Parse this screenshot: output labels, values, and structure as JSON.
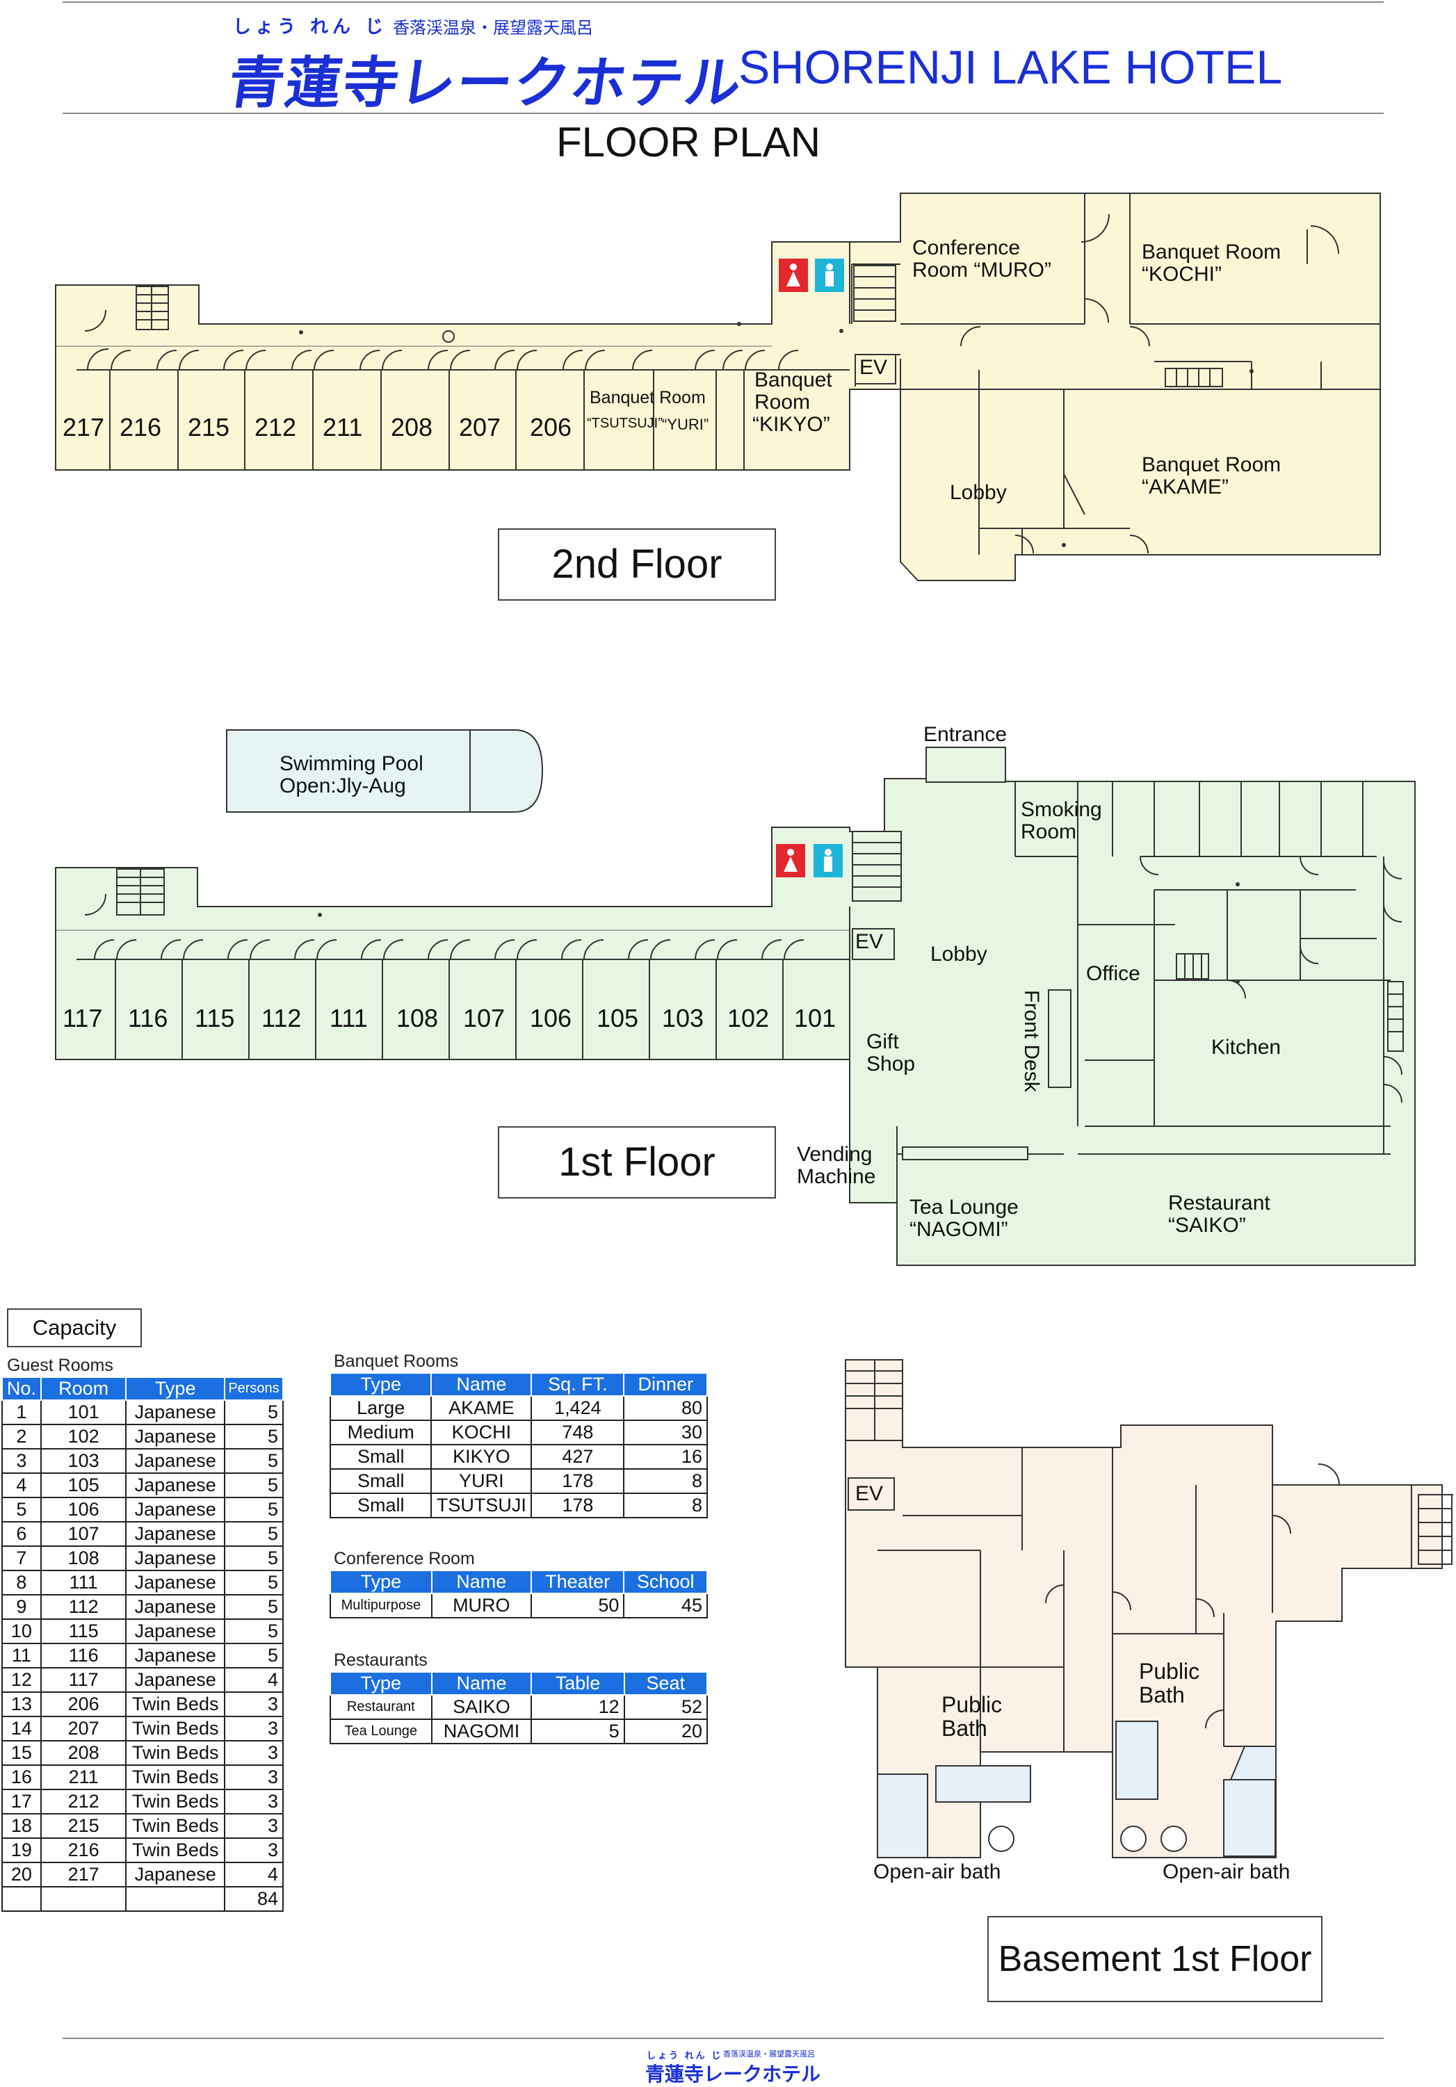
{
  "header": {
    "kana": "しょう れん じ",
    "tagline": "香落渓温泉・展望露天風呂",
    "logo_text": "青蓮寺レークホテル",
    "title_en": "SHORENJI LAKE HOTEL",
    "plan_title": "FLOOR PLAN"
  },
  "floors": {
    "second": {
      "label": "2nd Floor",
      "rooms": [
        "217",
        "216",
        "215",
        "212",
        "211",
        "208",
        "207",
        "206"
      ],
      "banquet_tsutsuji_yuri": "Banquet Room",
      "tsutsuji": "“TSUTSUJI”",
      "yuri": "“YURI”",
      "kikyo_1": "Banquet",
      "kikyo_2": "Room",
      "kikyo_3": "“KIKYO”",
      "ev": "EV",
      "conf_1": "Conference",
      "conf_2": "Room “MURO”",
      "kochi_1": "Banquet Room",
      "kochi_2": "“KOCHI”",
      "akame_1": "Banquet Room",
      "akame_2": "“AKAME”",
      "lobby": "Lobby"
    },
    "first": {
      "label": "1st Floor",
      "rooms": [
        "117",
        "116",
        "115",
        "112",
        "111",
        "108",
        "107",
        "106",
        "105",
        "103",
        "102",
        "101"
      ],
      "pool_1": "Swimming Pool",
      "pool_2": "Open:Jly-Aug",
      "entrance": "Entrance",
      "smoking_1": "Smoking",
      "smoking_2": "Room",
      "ev": "EV",
      "lobby": "Lobby",
      "office": "Office",
      "front_desk": "Front Desk",
      "kitchen": "Kitchen",
      "gift_1": "Gift",
      "gift_2": "Shop",
      "vending_1": "Vending",
      "vending_2": "Machine",
      "tea_1": "Tea Lounge",
      "tea_2": "“NAGOMI”",
      "rest_1": "Restaurant",
      "rest_2": "“SAIKO”"
    },
    "basement": {
      "label": "Basement 1st Floor",
      "ev": "EV",
      "bath_l_1": "Public",
      "bath_l_2": "Bath",
      "bath_r_1": "Public",
      "bath_r_2": "Bath",
      "open_air_l": "Open-air bath",
      "open_air_r": "Open-air bath"
    }
  },
  "capacity": {
    "label": "Capacity",
    "guest_rooms": {
      "title": "Guest Rooms",
      "headers": [
        "No.",
        "Room",
        "Type",
        "Persons"
      ],
      "rows": [
        [
          "1",
          "101",
          "Japanese",
          "5"
        ],
        [
          "2",
          "102",
          "Japanese",
          "5"
        ],
        [
          "3",
          "103",
          "Japanese",
          "5"
        ],
        [
          "4",
          "105",
          "Japanese",
          "5"
        ],
        [
          "5",
          "106",
          "Japanese",
          "5"
        ],
        [
          "6",
          "107",
          "Japanese",
          "5"
        ],
        [
          "7",
          "108",
          "Japanese",
          "5"
        ],
        [
          "8",
          "111",
          "Japanese",
          "5"
        ],
        [
          "9",
          "112",
          "Japanese",
          "5"
        ],
        [
          "10",
          "115",
          "Japanese",
          "5"
        ],
        [
          "11",
          "116",
          "Japanese",
          "5"
        ],
        [
          "12",
          "117",
          "Japanese",
          "4"
        ],
        [
          "13",
          "206",
          "Twin Beds",
          "3"
        ],
        [
          "14",
          "207",
          "Twin Beds",
          "3"
        ],
        [
          "15",
          "208",
          "Twin Beds",
          "3"
        ],
        [
          "16",
          "211",
          "Twin Beds",
          "3"
        ],
        [
          "17",
          "212",
          "Twin Beds",
          "3"
        ],
        [
          "18",
          "215",
          "Twin Beds",
          "3"
        ],
        [
          "19",
          "216",
          "Twin Beds",
          "3"
        ],
        [
          "20",
          "217",
          "Japanese",
          "4"
        ]
      ],
      "total": "84"
    },
    "banquet": {
      "title": "Banquet Rooms",
      "headers": [
        "Type",
        "Name",
        "Sq. FT.",
        "Dinner"
      ],
      "rows": [
        [
          "Large",
          "AKAME",
          "1,424",
          "80"
        ],
        [
          "Medium",
          "KOCHI",
          "748",
          "30"
        ],
        [
          "Small",
          "KIKYO",
          "427",
          "16"
        ],
        [
          "Small",
          "YURI",
          "178",
          "8"
        ],
        [
          "Small",
          "TSUTSUJI",
          "178",
          "8"
        ]
      ]
    },
    "conference": {
      "title": "Conference Room",
      "headers": [
        "Type",
        "Name",
        "Theater",
        "School"
      ],
      "rows": [
        [
          "Multipurpose",
          "MURO",
          "50",
          "45"
        ]
      ]
    },
    "restaurants": {
      "title": "Restaurants",
      "headers": [
        "Type",
        "Name",
        "Table",
        "Seat"
      ],
      "rows": [
        [
          "Restaurant",
          "SAIKO",
          "12",
          "52"
        ],
        [
          "Tea Lounge",
          "NAGOMI",
          "5",
          "20"
        ]
      ]
    }
  },
  "footer": {
    "kana": "しょう れん じ",
    "tagline": "香落渓温泉・展望露天風呂",
    "logo_text": "青蓮寺レークホテル"
  },
  "colors": {
    "floor2": "#fbf6d6",
    "floor1": "#e6f6e2",
    "basement": "#fbf1e6",
    "pool": "#e6f4f4",
    "logo_blue": "#1a2fd6",
    "table_header": "#1c6fe0",
    "restroom_women": "#e4262e",
    "restroom_men": "#1eb4d8"
  }
}
